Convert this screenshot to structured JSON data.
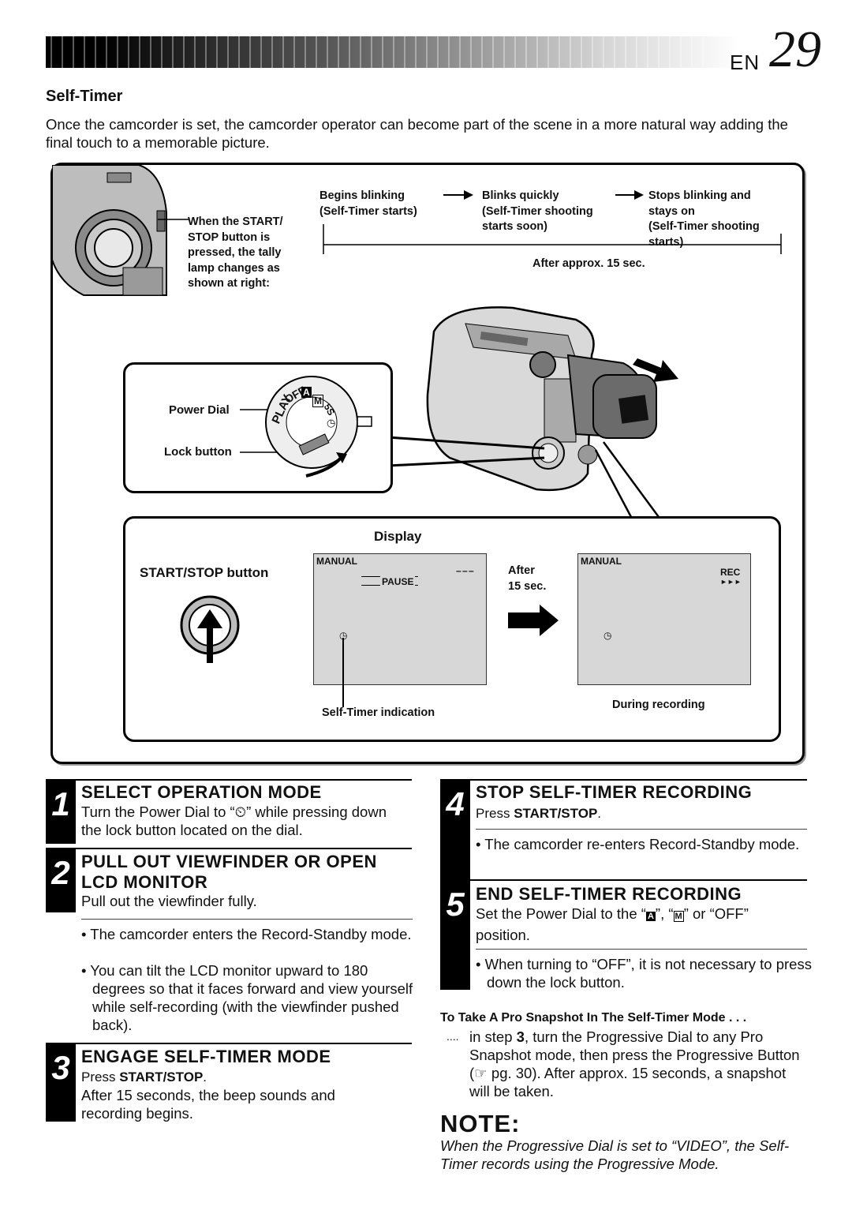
{
  "header": {
    "lang": "EN",
    "page": "29"
  },
  "section_title": "Self-Timer",
  "intro": "Once the camcorder is set, the camcorder operator can become part of the scene in a more natural way adding the final touch to a memorable picture.",
  "figure": {
    "tally_caption": [
      "When the START/",
      "STOP button is",
      "pressed, the tally",
      "lamp changes as",
      "shown at right:"
    ],
    "stage1": [
      "Begins blinking",
      "(Self-Timer starts)"
    ],
    "stage2": [
      "Blinks quickly",
      "(Self-Timer shooting",
      "starts soon)"
    ],
    "stage3": [
      "Stops blinking and",
      "stays on",
      "(Self-Timer shooting",
      "starts)"
    ],
    "after_approx": "After approx. 15 sec.",
    "power_dial": "Power Dial",
    "lock_button": "Lock button",
    "dial_marks": {
      "play": "PLAY",
      "off": "OFF",
      "a": "A",
      "m": "M",
      "ss": "5S"
    },
    "display": "Display",
    "start_stop_button": "START/STOP button",
    "screen1": {
      "mode": "MANUAL",
      "status": "PAUSE",
      "dashes": "– – –"
    },
    "after": [
      "After",
      "15 sec."
    ],
    "screen2": {
      "mode": "MANUAL",
      "status": "REC",
      "arrows": "►►►"
    },
    "self_timer_indication": "Self-Timer indication",
    "during_recording": "During recording"
  },
  "steps": {
    "s1": {
      "num": "1",
      "title": "SELECT OPERATION MODE",
      "body": "Turn the Power Dial to “⏲” while pressing down the lock button located on the dial."
    },
    "s2": {
      "num": "2",
      "title1": "PULL OUT VIEWFINDER OR OPEN",
      "title2": "LCD MONITOR",
      "body": "Pull out the viewfinder fully.",
      "bullets": [
        "The camcorder enters the Record-Standby mode.",
        "You can tilt the LCD monitor upward to 180 degrees so that it faces forward and view yourself while self-recording (with the viewfinder pushed back)."
      ]
    },
    "s3": {
      "num": "3",
      "title": "ENGAGE SELF-TIMER MODE",
      "press": "Press ",
      "press_key": "START/STOP",
      "press_end": ".",
      "body": "After 15 seconds, the beep sounds and recording begins."
    },
    "s4": {
      "num": "4",
      "title": "STOP SELF-TIMER RECORDING",
      "press": "Press ",
      "press_key": "START/STOP",
      "press_end": ".",
      "bullet": "The camcorder re-enters Record-Standby mode."
    },
    "s5": {
      "num": "5",
      "title": "END SELF-TIMER RECORDING",
      "body_a": "Set the Power Dial to the “",
      "body_b": "”, “",
      "body_c": "” or “OFF” position.",
      "a": "A",
      "m": "M",
      "bullet": "When turning to “OFF”, it is not necessary to press down the lock button."
    }
  },
  "pro": {
    "title": "To Take A Pro Snapshot In The Self-Timer Mode . . .",
    "dots": "....",
    "text_a": "in step ",
    "step": "3",
    "text_b": ", turn the Progressive Dial to any Pro Snapshot mode, then press the Progressive Button (",
    "icon": "☞",
    "text_c": " pg. 30). After approx. 15 seconds, a snapshot will be taken."
  },
  "note": {
    "heading": "NOTE:",
    "text": "When the Progressive Dial is set to “VIDEO”, the Self-Timer records using the Progressive Mode."
  }
}
